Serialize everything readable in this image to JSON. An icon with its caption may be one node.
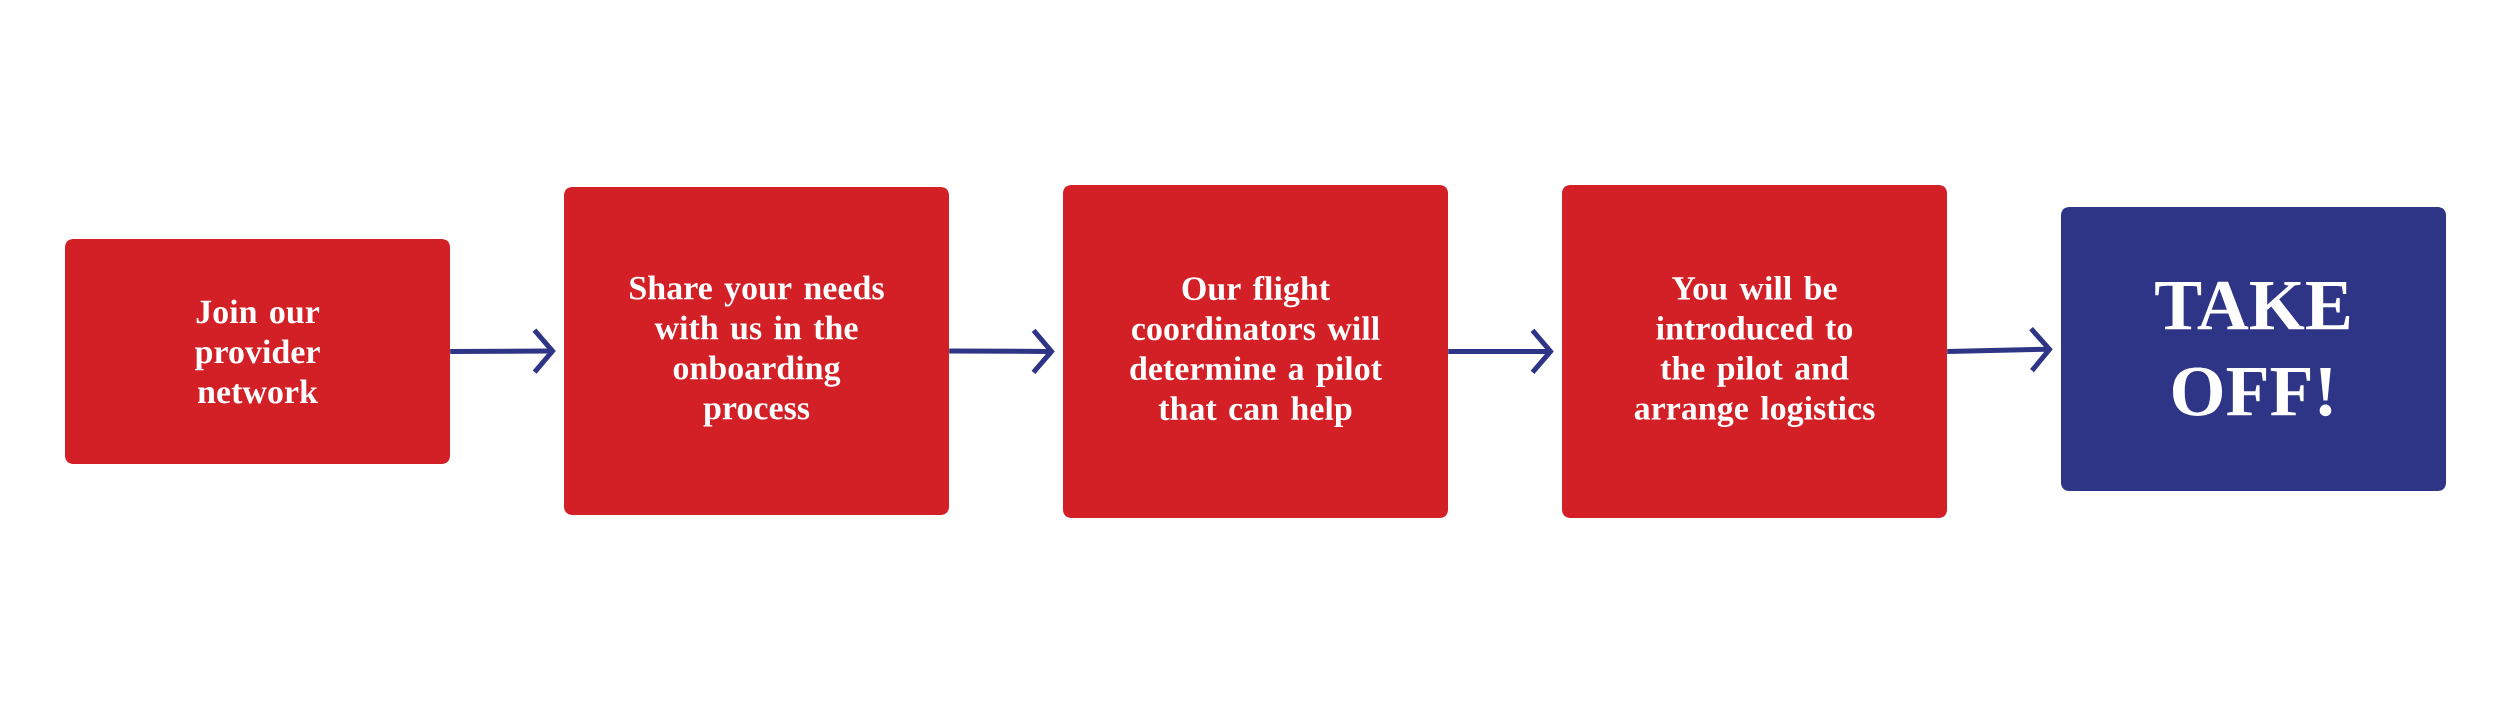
{
  "diagram": {
    "nodes": [
      {
        "text": [
          "Join our provider network"
        ]
      },
      {
        "text": [
          "Share your needs with us in the onboarding process"
        ]
      },
      {
        "text": [
          "Our flight coordinators will determine a pilot that can help"
        ]
      },
      {
        "text": [
          "You will be introduced to the pilot and arrange logistics"
        ]
      },
      {
        "text": [
          "TAKE OFF!"
        ]
      }
    ],
    "edges": [
      {
        "from": 0,
        "to": 1,
        "arrow": "to"
      },
      {
        "from": 1,
        "to": 2,
        "arrow": "to"
      },
      {
        "from": 2,
        "to": 3,
        "arrow": "to"
      },
      {
        "from": 3,
        "to": 4,
        "arrow": "to"
      }
    ]
  }
}
